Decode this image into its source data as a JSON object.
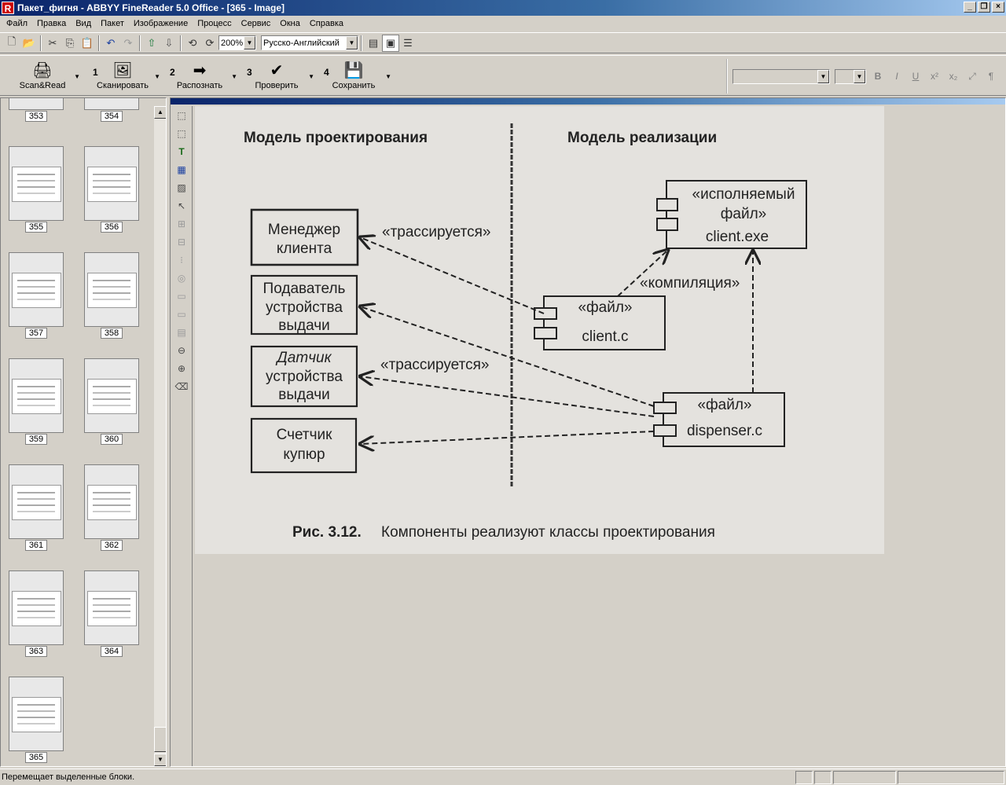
{
  "window": {
    "title": "Пакет_фигня - ABBYY FineReader 5.0 Office - [365 - Image]",
    "app_icon": "R"
  },
  "menu": [
    "Файл",
    "Правка",
    "Вид",
    "Пакет",
    "Изображение",
    "Процесс",
    "Сервис",
    "Окна",
    "Справка"
  ],
  "toolbar": {
    "zoom": "200%",
    "language": "Русско-Английский"
  },
  "big_buttons": [
    {
      "num": "",
      "label": "Scan&Read"
    },
    {
      "num": "1",
      "label": "Сканировать"
    },
    {
      "num": "2",
      "label": "Распознать"
    },
    {
      "num": "3",
      "label": "Проверить"
    },
    {
      "num": "4",
      "label": "Сохранить"
    }
  ],
  "thumbnails": [
    "353",
    "354",
    "355",
    "356",
    "357",
    "358",
    "359",
    "360",
    "361",
    "362",
    "363",
    "364",
    "365"
  ],
  "scan": {
    "left_heading": "Модель проектирования",
    "right_heading": "Модель реализации",
    "boxes": [
      "Менеджер",
      "клиента",
      "Подаватель",
      "устройства",
      "выдачи",
      "Датчик",
      "устройства",
      "выдачи",
      "Счетчик",
      "купюр"
    ],
    "exe_stereotype": "«исполняемый",
    "exe_stereotype2": "файл»",
    "exe_name": "client.exe",
    "clientc_stereotype": "«файл»",
    "clientc_name": "client.c",
    "disp_stereotype": "«файл»",
    "disp_name": "dispenser.c",
    "trace1": "«трассируется»",
    "trace2": "«трассируется»",
    "compile": "«компиляция»",
    "caption_bold": "Рис. 3.12.",
    "caption": "Компоненты реализуют классы проектирования"
  },
  "status": {
    "text": "Перемещает выделенные блоки."
  }
}
